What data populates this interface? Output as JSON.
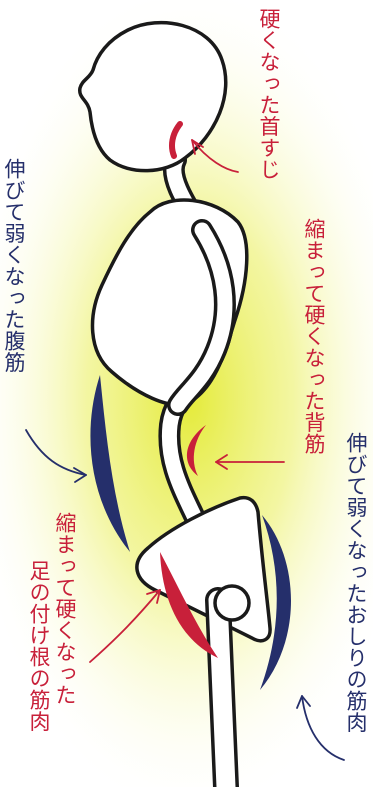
{
  "labels": {
    "stiff_neck": "硬くなった首すじ",
    "weak_abs": "伸びて弱くなった腹筋",
    "tight_back": "縮まって硬くなった背筋",
    "weak_glutes": "伸びて弱くなったおしりの筋肉",
    "tight_hip_flexors_line1": "縮まって硬くなった",
    "tight_hip_flexors_line2": "足の付け根の筋肉"
  },
  "colors": {
    "tight_muscle": "#c8203a",
    "weak_muscle": "#252f6b",
    "glow": "#e8ec3a",
    "outline": "#1a1a1a",
    "body_fill": "#ffffff"
  }
}
